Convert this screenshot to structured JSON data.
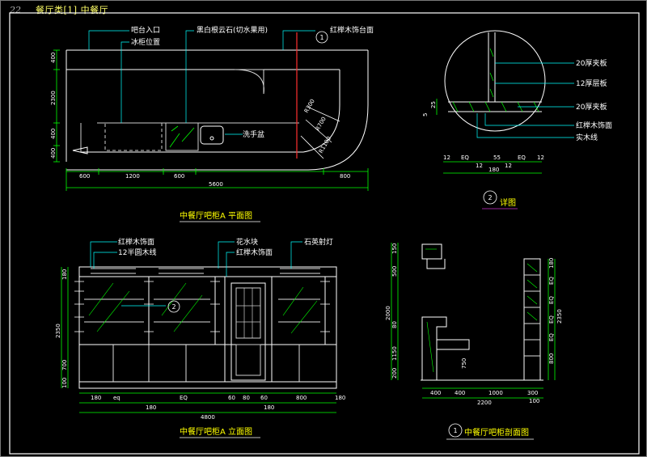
{
  "header": {
    "page_number": "22",
    "title": "餐厅类[1] 中餐厅"
  },
  "colors": {
    "background": "#000000",
    "frame": "#ffffff",
    "text": "#ffffff",
    "dimension": "#00ff00",
    "leader": "#00ffff",
    "accent": "#ff3030",
    "caption": "#ffff00"
  },
  "plan": {
    "caption": "中餐厅吧柜A 平面图",
    "labels": {
      "bar_entrance": "吧台入口",
      "fridge": "冰柜位置",
      "counter_top": "黑白根云石(切水果用)",
      "wood_top": "红榉木饰台面",
      "sink": "洗手盆",
      "callout": "1"
    },
    "dims_bottom": [
      "600",
      "1200",
      "600",
      "800"
    ],
    "overall": "5600",
    "dims_left": [
      "400",
      "2300",
      "400",
      "400"
    ],
    "radii": [
      "R300",
      "R700",
      "R1100"
    ]
  },
  "detail": {
    "caption": "详图",
    "callout": "2",
    "labels": [
      "20厚夹板",
      "12厚层板",
      "20厚夹板",
      "红榉木饰面",
      "实木线"
    ],
    "dims_left": [
      "5",
      "25"
    ],
    "dims_bottom": [
      "12",
      "EQ",
      "55",
      "EQ",
      "12"
    ],
    "dims_bottom2": [
      "12",
      "180",
      "12"
    ]
  },
  "elevation": {
    "caption": "中餐厅吧柜A 立面图",
    "labels_left": [
      "红榉木饰面",
      "12半圆木线"
    ],
    "labels_mid": [
      "花水块",
      "红榉木饰面"
    ],
    "labels_right": [
      "石英射灯"
    ],
    "dims_left": [
      "180",
      "2350",
      "700",
      "100"
    ],
    "dims_bottom": [
      "180",
      "eq",
      "EQ",
      "60",
      "80",
      "60",
      "800",
      "180"
    ],
    "dims_bottom2": [
      "180",
      "180"
    ],
    "overall": "4800",
    "callout": "2"
  },
  "section": {
    "caption": "中餐厅吧柜剖面图",
    "callout": "1",
    "dims_left": [
      "150",
      "500",
      "2000",
      "80",
      "1150",
      "200"
    ],
    "dims_right": [
      "180",
      "EQ",
      "EQ",
      "EQ",
      "EQ",
      "800",
      "2350"
    ],
    "dims_mid": [
      "750"
    ],
    "dims_bottom": [
      "400",
      "400",
      "1000",
      "300"
    ],
    "dims_bottom2": [
      "100"
    ],
    "overall": "2200"
  }
}
